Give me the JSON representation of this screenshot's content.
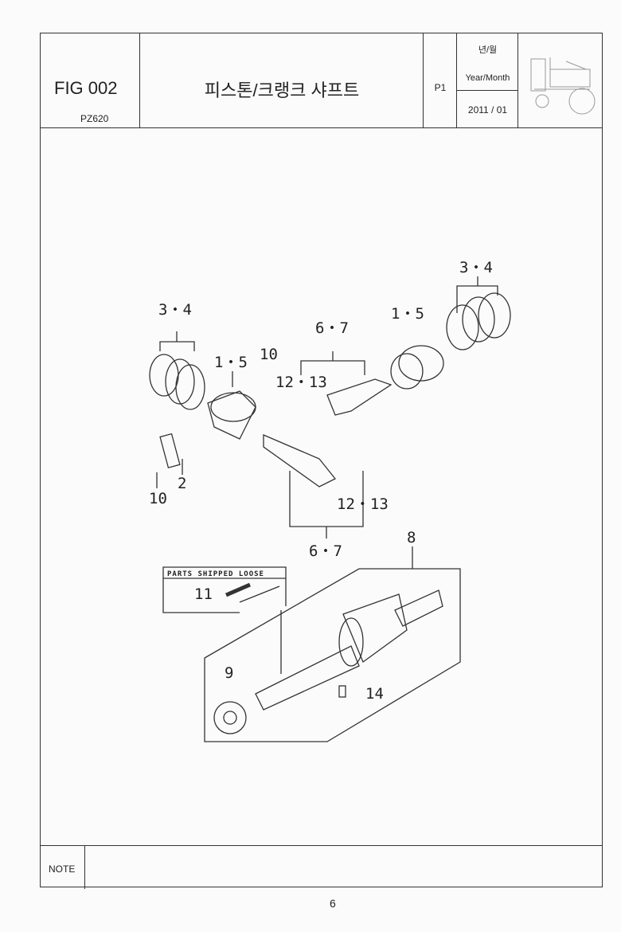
{
  "header": {
    "fig": "FIG 002",
    "model": "PZ620",
    "title": "피스톤/크랭크 샤프트",
    "page": "P1",
    "year_month_ko": "년/월",
    "year_month_en": "Year/Month",
    "date": "2011 / 01"
  },
  "diagram": {
    "callouts": [
      "3・4",
      "1・5",
      "10",
      "2",
      "10",
      "6・7",
      "12・13",
      "1・5",
      "3・4",
      "12・13",
      "6・7",
      "8",
      "11",
      "9",
      "14"
    ],
    "loose_box_label": "PARTS SHIPPED LOOSE"
  },
  "note": {
    "label": "NOTE"
  },
  "footer": {
    "page_number": "6"
  }
}
